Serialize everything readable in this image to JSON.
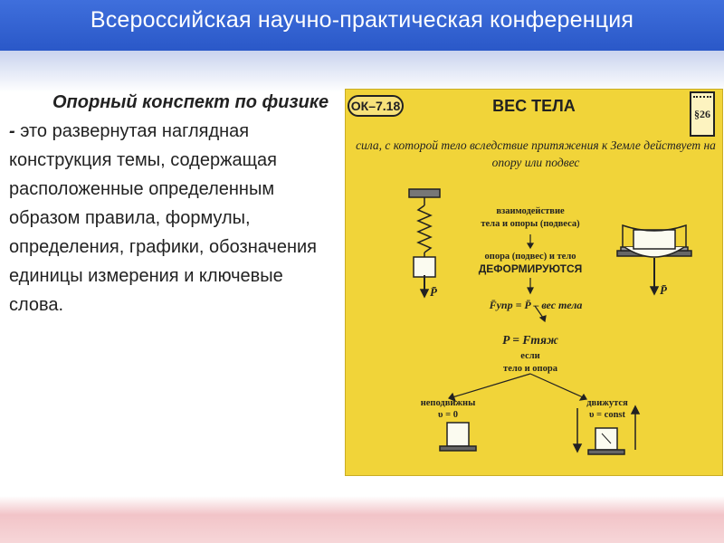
{
  "header": {
    "title": "Всероссийская научно-практическая конференция"
  },
  "lead": {
    "term": "Опорный конспект по физике",
    "separator": " - ",
    "text": "это развернутая наглядная конструкция темы, содержащая расположенные определенным образом правила, формулы, определения, графики, обозначения единицы измерения и ключевые слова."
  },
  "poster": {
    "code": "ОК–7.18",
    "paragraph": "§26",
    "title": "ВЕС ТЕЛА",
    "definition": "сила, с которой тело вследствие притяжения к Земле действует на опору или подвес",
    "interaction_1": "взаимодействие",
    "interaction_2": "тела и опоры (подвеса)",
    "support_line": "опора (подвес) и тело",
    "deform": "ДЕФОРМИРУЮТСЯ",
    "formula_1": "F̄упр = P̄ – вес тела",
    "formula_2": "P = Fтяж",
    "if_label": "если",
    "body_support": "тело и опора",
    "branch_left_1": "неподвижны",
    "branch_left_2": "υ = 0",
    "branch_right_1": "движутся",
    "branch_right_2": "υ = const",
    "p_vector": "P̄"
  },
  "colors": {
    "header_blue": "#2f5fd0",
    "poster_yellow": "#f1d439",
    "footer_pink": "#f2c4c8"
  }
}
